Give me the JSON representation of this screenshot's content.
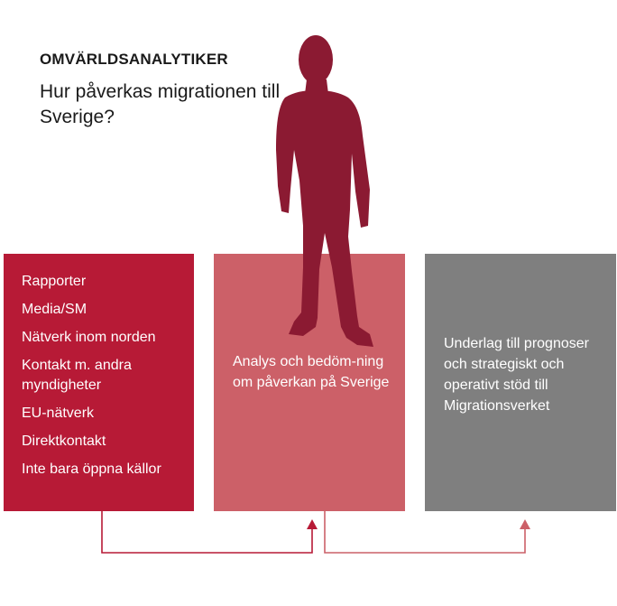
{
  "header": {
    "title": "OMVÄRLDSANALYTIKER",
    "question": "Hur påverkas migrationen till Sverige?"
  },
  "boxes": {
    "sources": {
      "items": [
        "Rapporter",
        "Media/SM",
        "Nätverk inom norden",
        "Kontakt m. andra myndigheter",
        "EU-nätverk",
        "Direktkontakt",
        "Inte bara öppna källor"
      ],
      "color": "#b71a36"
    },
    "analysis": {
      "text": "Analys och bedöm-ning om påverkan på Sverige",
      "color": "#cc6068"
    },
    "output": {
      "text": "Underlag till prognoser och strategiskt och operativt stöd till Migrationsverket",
      "color": "#7f7f7f"
    }
  },
  "figure": {
    "icon": "person-silhouette-icon",
    "color": "#8b1a32"
  },
  "connectors": [
    {
      "from": "sources",
      "to": "analysis",
      "color": "#b71a36"
    },
    {
      "from": "analysis",
      "to": "output",
      "color": "#cc6068"
    }
  ]
}
